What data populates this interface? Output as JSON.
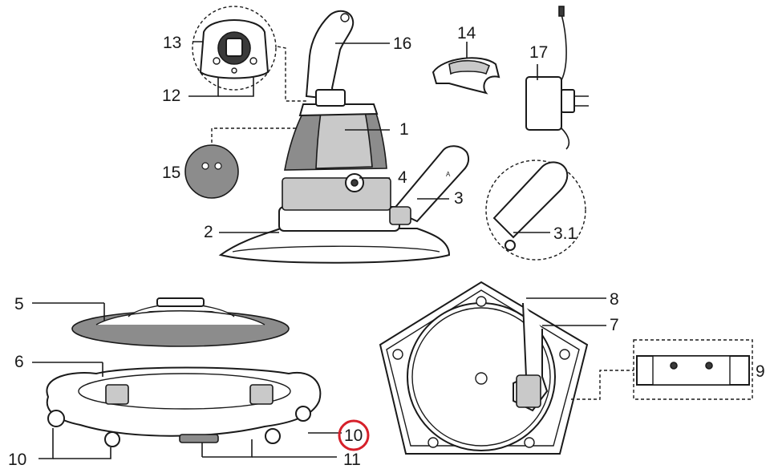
{
  "labels": {
    "l1": "1",
    "l2": "2",
    "l3": "3",
    "l3_1": "3.1",
    "l4": "4",
    "l5": "5",
    "l6": "6",
    "l7": "7",
    "l8": "8",
    "l9": "9",
    "l10_left": "10",
    "l10_circled": "10",
    "l11": "11",
    "l12": "12",
    "l13": "13",
    "l14": "14",
    "l15": "15",
    "l16": "16",
    "l17": "17"
  },
  "colors": {
    "highlight_circle": "#d6202a",
    "line": "#1a1a1a",
    "part_shade": "#8c8c8c"
  }
}
